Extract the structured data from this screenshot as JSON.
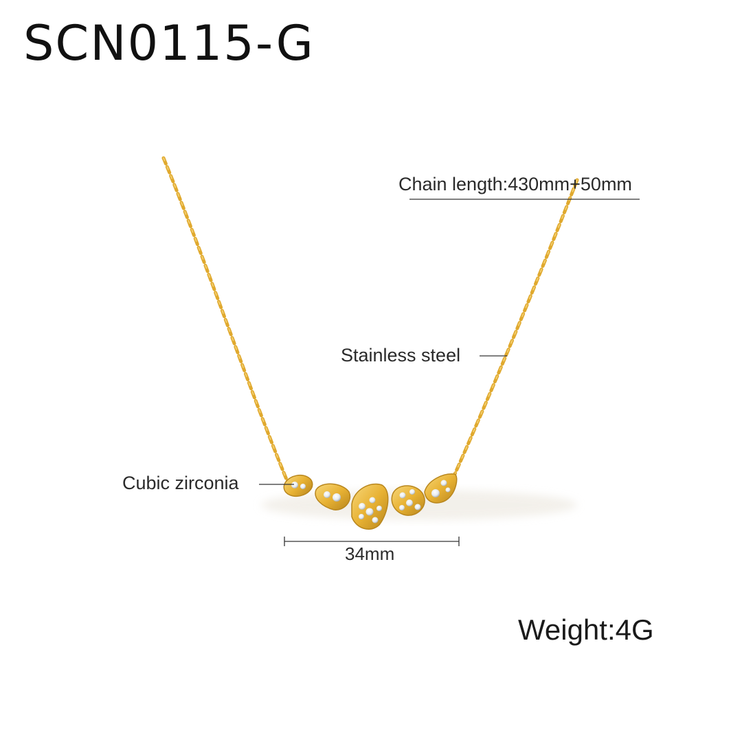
{
  "product": {
    "code": "SCN0115-G"
  },
  "specs": {
    "chain_length": "Chain length:430mm+50mm",
    "material": "Stainless steel",
    "stone": "Cubic zirconia",
    "pendant_width": "34mm",
    "weight": "Weight:4G"
  },
  "colors": {
    "gold": "#e8b234",
    "gold_dark": "#b8861d",
    "gold_light": "#f7d77a",
    "stone": "#f4f6f8",
    "annotation_line": "#333333"
  },
  "icons": {
    "necklace": "necklace-image"
  }
}
